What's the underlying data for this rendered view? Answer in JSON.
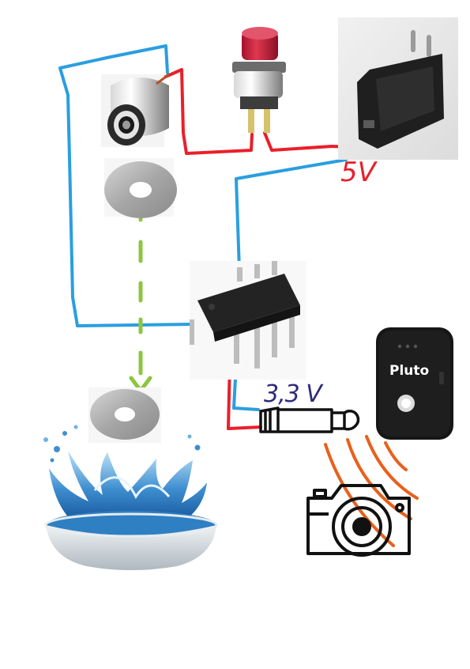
{
  "labels": {
    "supply_voltage": "5V",
    "signal_voltage": "3,3 V"
  },
  "devices": {
    "trigger_brand": "Pluto"
  },
  "colors": {
    "wire_positive": "#e8202a",
    "wire_signal": "#2a9ee0",
    "drop_path": "#8cc63f",
    "shutter_signal": "#e8601c",
    "label_5v": "#e8202a",
    "label_33v": "#2e2a7a"
  },
  "icons": [
    "electromagnet-icon",
    "push-button-icon",
    "power-adapter-icon",
    "steel-washer-icon",
    "ic-chip-icon",
    "audio-jack-icon",
    "pluto-trigger-icon",
    "camera-icon",
    "water-splash-icon",
    "arrow-down-icon"
  ]
}
